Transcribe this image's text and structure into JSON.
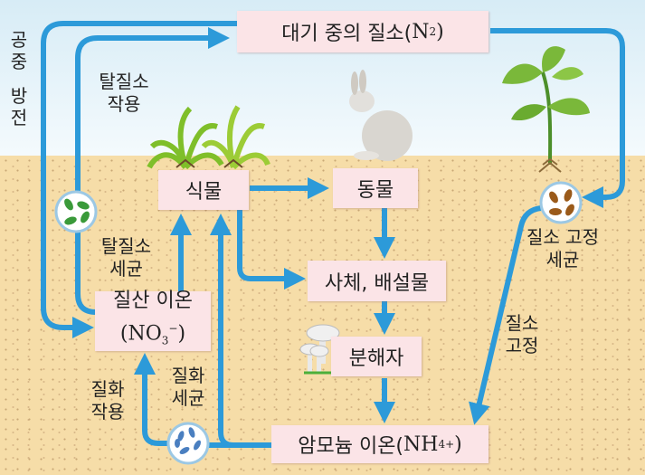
{
  "boxes": {
    "atmosphere": {
      "text": "대기 중의 질소(",
      "formula": "N",
      "sub": "2",
      "close": ")"
    },
    "plants": "식물",
    "animals": "동물",
    "remains": "사체, 배설물",
    "decomposers": "분해자",
    "nitrate": {
      "line1": "질산 이온",
      "formula": "(NO",
      "sub": "3",
      "sup": "−",
      "close": ")"
    },
    "ammonium": {
      "text": "암모늄 이온(",
      "formula": "NH",
      "sub": "4",
      "sup": "+",
      "close": ")"
    }
  },
  "labels": {
    "lightning": [
      "공중",
      "방전"
    ],
    "denitrification": [
      "탈질소",
      "작용"
    ],
    "denitrifying_bacteria": [
      "탈질소",
      "세균"
    ],
    "fixing_bacteria": [
      "질소 고정",
      "세균"
    ],
    "fixation": [
      "질소",
      "고정"
    ],
    "nitrification": [
      "질화",
      "작용"
    ],
    "nitrifying_bacteria": [
      "질화",
      "세균"
    ]
  },
  "colors": {
    "arrow": "#2c9ad9",
    "box": "#fbe4e7",
    "soil": "#f6dda8",
    "sky": "#d7ecf6"
  }
}
